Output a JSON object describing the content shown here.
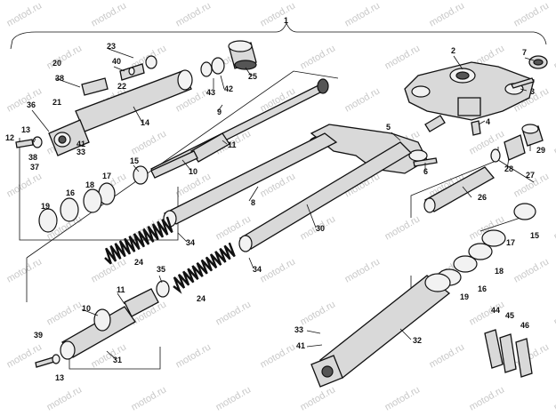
{
  "watermark": "motod.ru",
  "callouts": {
    "c1": "1",
    "c2": "2",
    "c3": "3",
    "c4": "4",
    "c5": "5",
    "c6": "6",
    "c7": "7",
    "c8": "8",
    "c9": "9",
    "c10a": "10",
    "c10b": "10",
    "c11a": "11",
    "c11b": "11",
    "c12": "12",
    "c13a": "13",
    "c13b": "13",
    "c14": "14",
    "c15a": "15",
    "c15b": "15",
    "c16a": "16",
    "c16b": "16",
    "c17a": "17",
    "c17b": "17",
    "c18a": "18",
    "c18b": "18",
    "c19a": "19",
    "c19b": "19",
    "c20": "20",
    "c21": "21",
    "c22": "22",
    "c23": "23",
    "c24a": "24",
    "c24b": "24",
    "c25": "25",
    "c26": "26",
    "c27": "27",
    "c28": "28",
    "c29": "29",
    "c30": "30",
    "c31": "31",
    "c32": "32",
    "c33a": "33",
    "c33b": "33",
    "c34a": "34",
    "c34b": "34",
    "c35": "35",
    "c36": "36",
    "c37": "37",
    "c38a": "38",
    "c38b": "38",
    "c39": "39",
    "c40": "40",
    "c41a": "41",
    "c41b": "41",
    "c42": "42",
    "c43": "43",
    "c44": "44",
    "c45": "45",
    "c46": "46"
  }
}
